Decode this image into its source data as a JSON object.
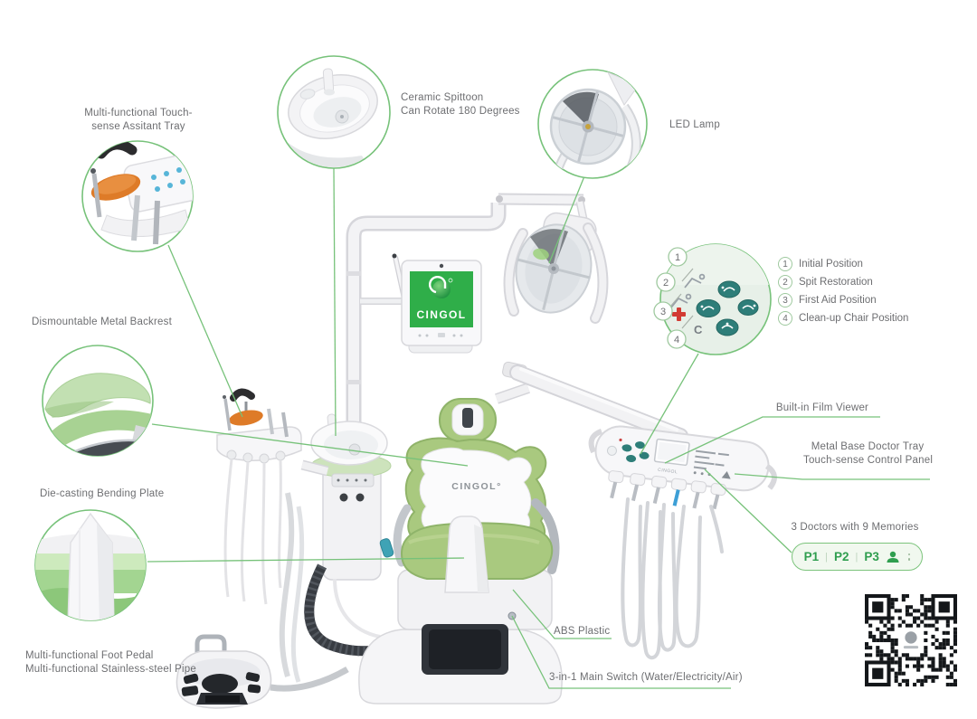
{
  "product": {
    "brand": "CINGOL",
    "chair_logo": "CINGOL°"
  },
  "labels": {
    "assistant_tray": [
      "Multi-functional Touch-",
      "sense Assitant Tray"
    ],
    "spittoon": [
      "Ceramic Spittoon",
      "Can Rotate 180 Degrees"
    ],
    "led_lamp": "LED Lamp",
    "backrest": "Dismountable Metal Backrest",
    "bending_plate": "Die-casting Bending Plate",
    "foot_pedal": [
      "Multi-functional Foot Pedal",
      "Multi-functional Stainless-steel Pipe"
    ],
    "film_viewer": "Built-in Film Viewer",
    "doctor_tray": [
      "Metal Base Doctor Tray",
      "Touch-sense Control Panel"
    ],
    "memories_title": "3 Doctors with 9 Memories",
    "abs_plastic": "ABS Plastic",
    "main_switch": "3-in-1 Main Switch (Water/Electricity/Air)"
  },
  "position_legend": [
    {
      "num": "1",
      "label": "Initial Position"
    },
    {
      "num": "2",
      "label": "Spit Restoration"
    },
    {
      "num": "3",
      "label": "First Aid Position"
    },
    {
      "num": "4",
      "label": "Clean-up Chair Position"
    }
  ],
  "control_panel": {
    "c_label": "C"
  },
  "memory_buttons": [
    "P1",
    "P2",
    "P3"
  ],
  "memory_separator": "|",
  "colors": {
    "accent_green": "#77c27a",
    "logo_green": "#2fae49",
    "label_gray": "#6d6e71",
    "chair_green": "#a9c97f",
    "teal_button": "#2e7e79",
    "memory_green": "#2f9e4f",
    "first_aid_red": "#d23b33"
  }
}
